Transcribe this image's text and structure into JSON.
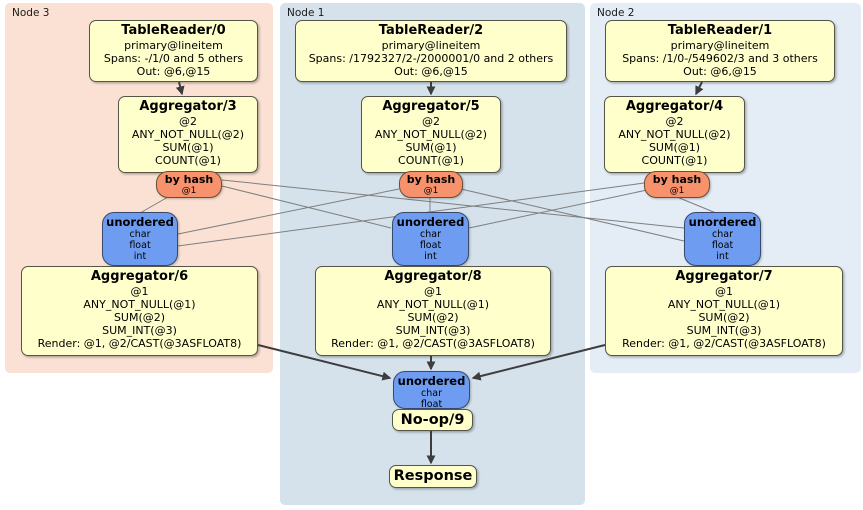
{
  "regions": {
    "node3": {
      "label": "Node 3",
      "color": "#fbe1d4"
    },
    "node1": {
      "label": "Node 1",
      "color": "#d5e2eb"
    },
    "node2": {
      "label": "Node 2",
      "color": "#e4edf6"
    }
  },
  "palette": {
    "processor_fill": "#ffffcc",
    "router_fill": "#f7926c",
    "sync_fill": "#6d9cf1",
    "thick_edge": "#3d3d3d",
    "mesh_edge": "#7e7e7e"
  },
  "nodes": {
    "tablereader0": {
      "title": "TableReader/0",
      "lines": [
        "primary@lineitem",
        "Spans: -/1/0 and 5 others",
        "Out: @6,@15"
      ]
    },
    "aggregator3": {
      "title": "Aggregator/3",
      "lines": [
        "@2",
        "ANY_NOT_NULL(@2)",
        "SUM(@1)",
        "COUNT(@1)"
      ]
    },
    "byhash3": {
      "title": "by hash",
      "sub": "@1"
    },
    "unordered3": {
      "title": "unordered",
      "lines": [
        "char",
        "float",
        "int"
      ]
    },
    "aggregator6": {
      "title": "Aggregator/6",
      "lines": [
        "@1",
        "ANY_NOT_NULL(@1)",
        "SUM(@2)",
        "SUM_INT(@3)",
        "Render: @1, @2/CAST(@3ASFLOAT8)"
      ]
    },
    "tablereader2": {
      "title": "TableReader/2",
      "lines": [
        "primary@lineitem",
        "Spans: /1792327/2-/2000001/0 and 2 others",
        "Out: @6,@15"
      ]
    },
    "aggregator5": {
      "title": "Aggregator/5",
      "lines": [
        "@2",
        "ANY_NOT_NULL(@2)",
        "SUM(@1)",
        "COUNT(@1)"
      ]
    },
    "byhash1": {
      "title": "by hash",
      "sub": "@1"
    },
    "unordered1": {
      "title": "unordered",
      "lines": [
        "char",
        "float",
        "int"
      ]
    },
    "aggregator8": {
      "title": "Aggregator/8",
      "lines": [
        "@1",
        "ANY_NOT_NULL(@1)",
        "SUM(@2)",
        "SUM_INT(@3)",
        "Render: @1, @2/CAST(@3ASFLOAT8)"
      ]
    },
    "tablereader1": {
      "title": "TableReader/1",
      "lines": [
        "primary@lineitem",
        "Spans: /1/0-/549602/3 and 3 others",
        "Out: @6,@15"
      ]
    },
    "aggregator4": {
      "title": "Aggregator/4",
      "lines": [
        "@2",
        "ANY_NOT_NULL(@2)",
        "SUM(@1)",
        "COUNT(@1)"
      ]
    },
    "byhash2": {
      "title": "by hash",
      "sub": "@1"
    },
    "unordered2": {
      "title": "unordered",
      "lines": [
        "char",
        "float",
        "int"
      ]
    },
    "aggregator7": {
      "title": "Aggregator/7",
      "lines": [
        "@1",
        "ANY_NOT_NULL(@1)",
        "SUM(@2)",
        "SUM_INT(@3)",
        "Render: @1, @2/CAST(@3ASFLOAT8)"
      ]
    },
    "final_unordered": {
      "title": "unordered",
      "lines": [
        "char",
        "float"
      ]
    },
    "noop9": {
      "title": "No-op/9"
    },
    "response": {
      "title": "Response"
    }
  }
}
